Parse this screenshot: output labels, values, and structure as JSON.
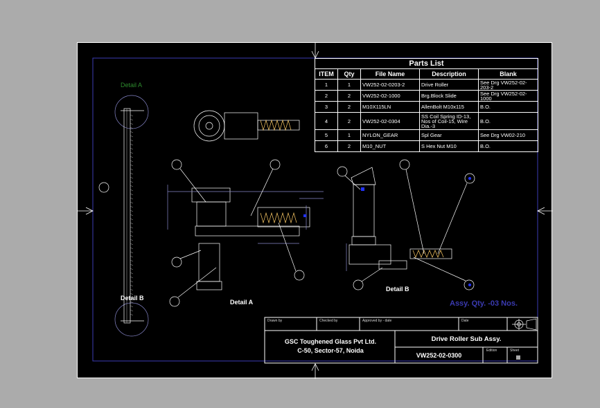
{
  "parts_list": {
    "title": "Parts List",
    "headers": [
      "ITEM",
      "Qty",
      "File Name",
      "Description",
      "Blank"
    ],
    "rows": [
      [
        "1",
        "1",
        "VW252-02-0203-2",
        "Drive Roller",
        "See Drg VW252-02-203-2"
      ],
      [
        "2",
        "2",
        "VW252-02-1000",
        "Brg.Block Slide",
        "See Drg VW252-02-1000"
      ],
      [
        "3",
        "2",
        "M10X115LN",
        "AllenBolt M10x115",
        "B.O."
      ],
      [
        "4",
        "2",
        "VW252-02-0304",
        "SS Coil Spring ID-13, Nos of Coil-15, Wire Dia.-3",
        "B.O."
      ],
      [
        "5",
        "1",
        "NYLON_GEAR",
        "Spl Gear",
        "See Drg VW02-210"
      ],
      [
        "6",
        "2",
        "M10_NUT",
        "S Hex Nut M10",
        "B.O."
      ]
    ]
  },
  "labels": {
    "detail_a_top": "Detail A",
    "detail_b_left": "Detail B",
    "detail_a": "Detail A",
    "detail_b": "Detail B",
    "assy_qty": "Assy. Qty. -03 Nos."
  },
  "title_block": {
    "drawn_by": "Drawn by",
    "checked_by": "Checked by",
    "approved_by": "Approved by - date",
    "date": "Date",
    "company_line1": "GSC Toughened Glass Pvt Ltd.",
    "company_line2": "C-50, Sector-57, Noida",
    "drawing_title": "Drive Roller Sub Assy.",
    "drawing_number": "VW252-02-0300",
    "edition": "Edition",
    "sheet": "Sheet"
  },
  "colors": {
    "background": "#ababab",
    "sheet": "#000000",
    "line": "#ffffff",
    "frame": "#3c3cb4",
    "detail_a_label": "#2e8b2e",
    "assy_text": "#3a3ab0"
  }
}
